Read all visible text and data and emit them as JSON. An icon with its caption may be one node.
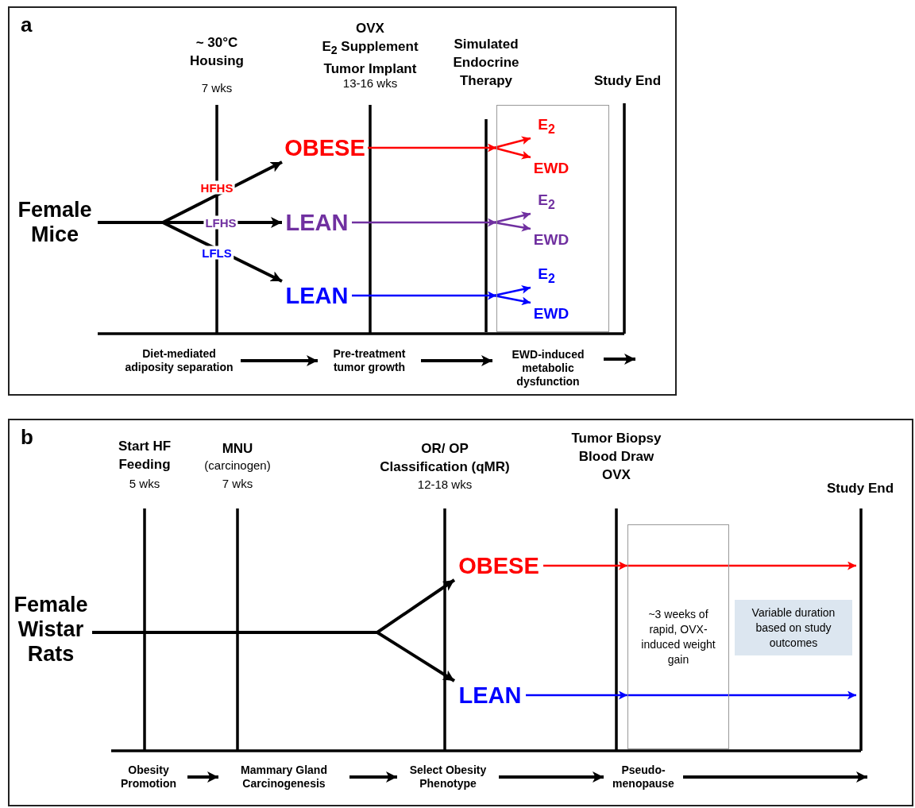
{
  "diagram": {
    "nodes": [
      {
        "text": [
          "a"
        ]
      },
      {
        "text": [
          "Female Mice"
        ],
        "in": 0
      },
      {
        "text": [
          "OBESE"
        ],
        "in": 0
      },
      {
        "text": [
          "LEAN"
        ],
        "in": 0
      },
      {
        "text": [
          "LEAN"
        ],
        "in": 0
      },
      {
        "text": [],
        "shape": "box",
        "in": 0
      },
      {
        "text": [
          "E$_{2}$"
        ],
        "in": 5
      },
      {
        "text": [
          "EWD"
        ],
        "in": 5
      },
      {
        "text": [
          "E$_{2}$"
        ],
        "in": 5
      },
      {
        "text": [
          "EWD"
        ],
        "in": 5
      },
      {
        "text": [
          "E$_{2}$"
        ],
        "in": 5
      },
      {
        "text": [
          "EWD"
        ],
        "in": 5
      },
      {
        "text": [
          "Diet-mediated adiposity separation"
        ],
        "in": 0
      },
      {
        "text": [
          "Pre-treatment tumor growth"
        ],
        "in": 0
      },
      {
        "text": [
          "EWD-induced metabolic dysfunction"
        ],
        "in": 0
      },
      {
        "text": [
          "b"
        ]
      },
      {
        "text": [
          "Female Wistar Rats"
        ],
        "in": 15
      },
      {
        "text": [
          "OBESE"
        ],
        "in": 15
      },
      {
        "text": [
          "LEAN"
        ],
        "in": 15
      },
      {
        "text": [
          "~3 weeks of rapid, OVX- induced weight gain"
        ],
        "in": 15
      },
      {
        "text": [
          "Variable duration based on study outcomes"
        ],
        "in": 15
      },
      {
        "text": [
          "Obesity Promotion"
        ],
        "in": 15
      },
      {
        "text": [
          "Mammary Gland Carcinogenesis"
        ],
        "in": 15
      },
      {
        "text": [
          "Select Obesity Phenotype"
        ],
        "in": 15
      },
      {
        "text": [
          "Pseudo- menopause"
        ],
        "in": 15
      }
    ],
    "edges": [
      {
        "from": 1,
        "to": 2,
        "arrow": "to",
        "label": "HFHS"
      },
      {
        "from": 1,
        "to": 3,
        "arrow": "to",
        "label": "LFHS"
      },
      {
        "from": 1,
        "to": 4,
        "arrow": "to",
        "label": "LFLS"
      },
      {
        "from": 2,
        "to": 5,
        "arrow": "to",
        "color": "#ff0000"
      },
      {
        "from": null,
        "to": 6,
        "arrow": "to",
        "color": "#ff0000"
      },
      {
        "from": null,
        "to": 7,
        "arrow": "to",
        "color": "#ff0000"
      },
      {
        "from": 3,
        "to": 5,
        "arrow": "to",
        "color": "#7030a0"
      },
      {
        "from": null,
        "to": 8,
        "arrow": "to",
        "color": "#7030a0"
      },
      {
        "from": null,
        "to": 9,
        "arrow": "to",
        "color": "#7030a0"
      },
      {
        "from": 4,
        "to": 5,
        "arrow": "to",
        "color": "#0000ff"
      },
      {
        "from": null,
        "to": 10,
        "arrow": "to",
        "color": "#0000ff"
      },
      {
        "from": null,
        "to": 11,
        "arrow": "to",
        "color": "#0000ff"
      },
      {
        "from": 12,
        "to": 13,
        "arrow": "to"
      },
      {
        "from": 13,
        "to": 14,
        "arrow": "to"
      },
      {
        "from": 14,
        "to": null,
        "arrow": "to"
      },
      {
        "from": 16,
        "to": 17,
        "arrow": "to"
      },
      {
        "from": 16,
        "to": 18,
        "arrow": "to"
      },
      {
        "from": 17,
        "to": 19,
        "arrow": "to",
        "color": "#ff0000"
      },
      {
        "from": 19,
        "to": null,
        "arrow": "to",
        "color": "#ff0000"
      },
      {
        "from": 18,
        "to": 19,
        "arrow": "to",
        "color": "#0000ff"
      },
      {
        "from": 19,
        "to": null,
        "arrow": "to",
        "color": "#0000ff"
      },
      {
        "from": 21,
        "to": 22,
        "arrow": "to"
      },
      {
        "from": 22,
        "to": 23,
        "arrow": "to"
      },
      {
        "from": 23,
        "to": 24,
        "arrow": "to"
      },
      {
        "from": 24,
        "to": null,
        "arrow": "to"
      }
    ],
    "labels": [
      "~ 30°C Housing",
      "7 wks",
      "OVX E$_{2}$ Supplement Tumor Implant",
      "13-16 wks",
      "Simulated Endocrine Therapy",
      "Study End",
      "Start HF Feeding",
      "5 wks",
      "MNU",
      "(carcinogen)",
      "7 wks",
      "OR/ OP Classification (qMR)",
      "12-18 wks",
      "Tumor Biopsy Blood Draw OVX",
      "Study End"
    ]
  }
}
